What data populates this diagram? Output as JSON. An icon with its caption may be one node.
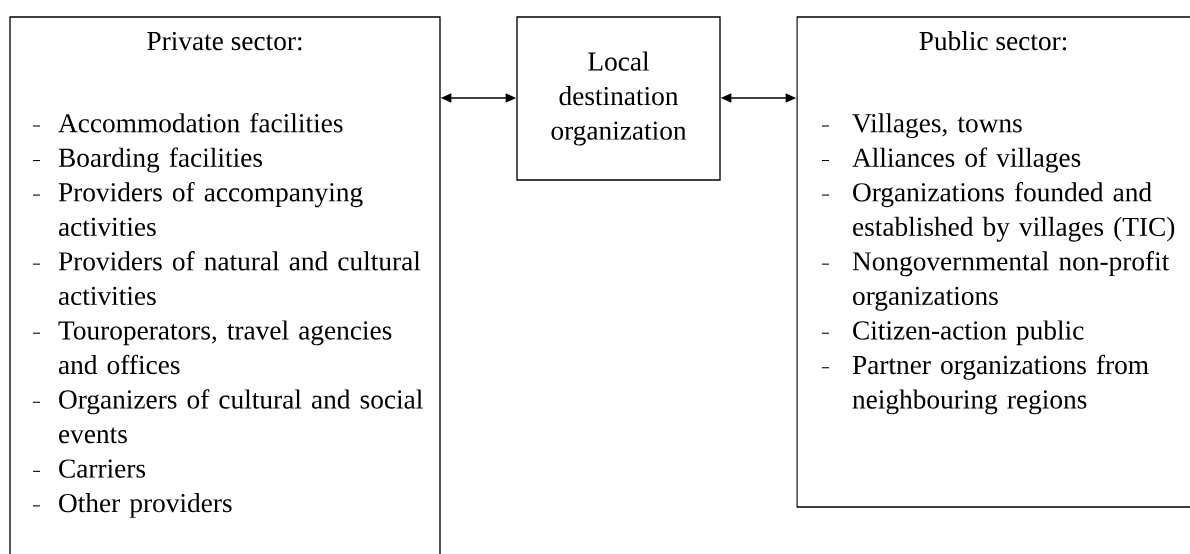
{
  "diagram": {
    "nodes": [
      {
        "text": [
          "Private sector:",
          "Accommodation facilities",
          "Boarding facilities",
          "Providers of accompanying activities",
          "Providers of natural and cultural activities",
          "Touroperators, travel agencies and offices",
          "Organizers of cultural and social events",
          "Carriers",
          "Other providers"
        ]
      },
      {
        "text": [
          "Local destination organization"
        ]
      },
      {
        "text": [
          "Public sector:",
          "Villages, towns",
          "Alliances of villages",
          "Organizations founded and established by villages (TIC)",
          "Nongovernmental non-profit organizations",
          "Citizen-action public",
          "Partner organizations from neighbouring regions"
        ]
      }
    ],
    "edges": [
      {
        "from": 0,
        "to": 1,
        "arrow": "both"
      },
      {
        "from": 1,
        "to": 2,
        "arrow": "both"
      }
    ]
  }
}
